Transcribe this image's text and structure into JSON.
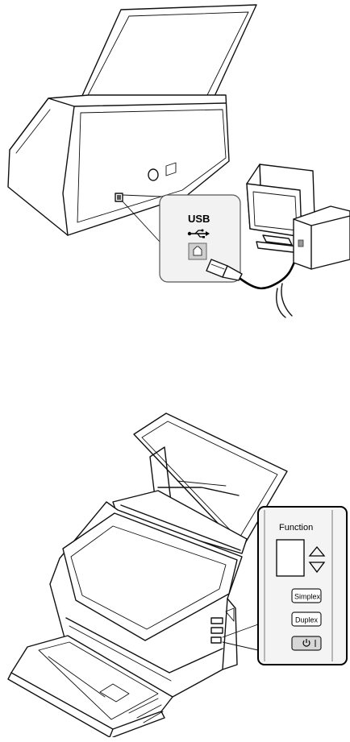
{
  "usb_figure": {
    "port_label": "USB",
    "usb_symbol": "usb-trident-icon",
    "port_icon": "usb-b-port-icon"
  },
  "control_panel": {
    "heading": "Function",
    "simplex_label": "Simplex",
    "duplex_label": "Duplex",
    "power_icon": "power-icon"
  }
}
